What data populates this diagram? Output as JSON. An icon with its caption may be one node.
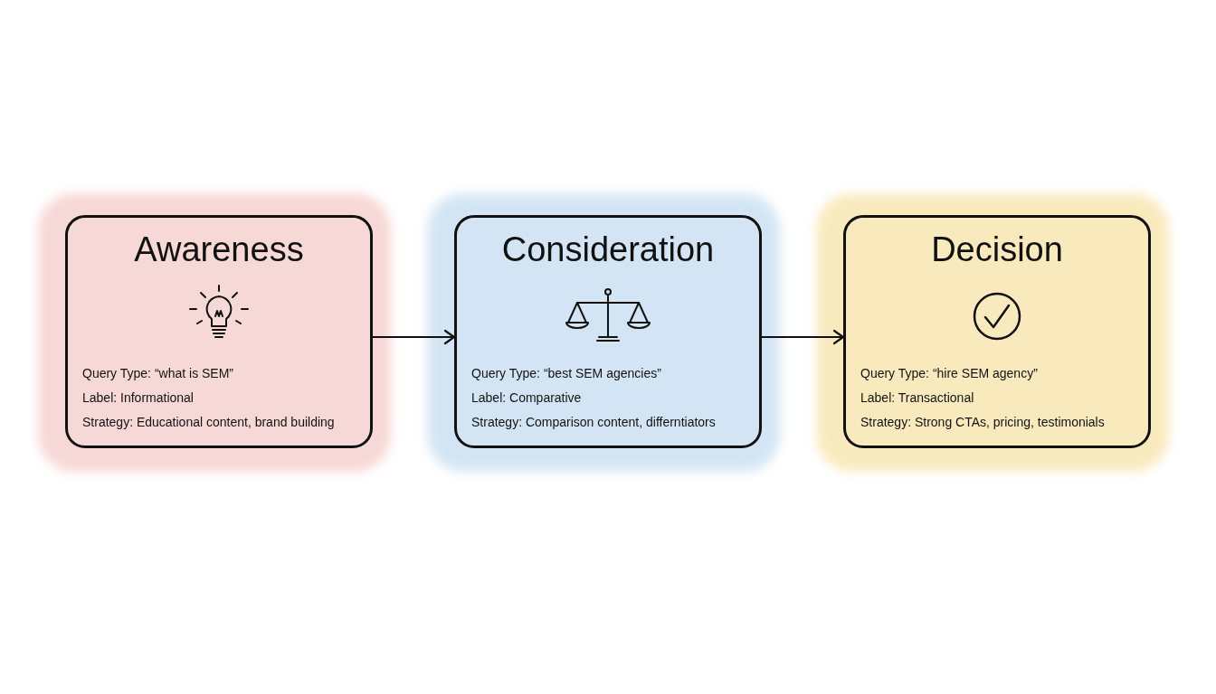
{
  "diagram": {
    "nodes": [
      {
        "text": [
          "Awareness",
          "Query Type: “what is SEM”",
          "Label: Informational",
          "Strategy: Educational content, brand building"
        ]
      },
      {
        "text": [
          "Consideration",
          "Query Type: “best SEM agencies”",
          "Label: Comparative",
          "Strategy: Comparison content, differntiators"
        ]
      },
      {
        "text": [
          "Decision",
          "Query Type: “hire SEM agency”",
          "Label: Transactional",
          "Strategy: Strong CTAs, pricing, testimonials"
        ]
      }
    ],
    "edges": [
      {
        "from": 0,
        "to": 1,
        "arrow": "to"
      },
      {
        "from": 1,
        "to": 2,
        "arrow": "to"
      }
    ]
  }
}
